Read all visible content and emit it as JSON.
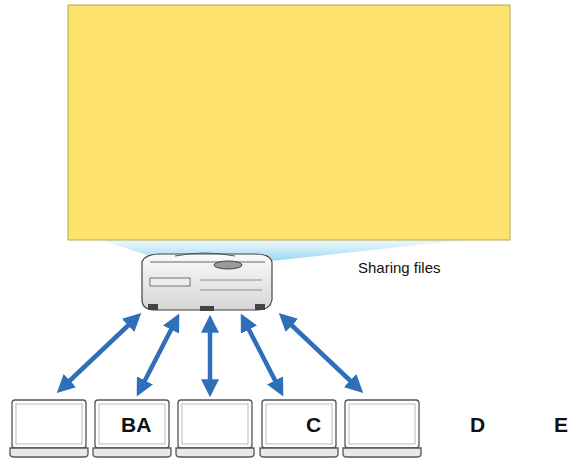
{
  "diagram": {
    "labels": [
      "Sharing files",
      "BA",
      "C",
      "D",
      "E"
    ]
  }
}
